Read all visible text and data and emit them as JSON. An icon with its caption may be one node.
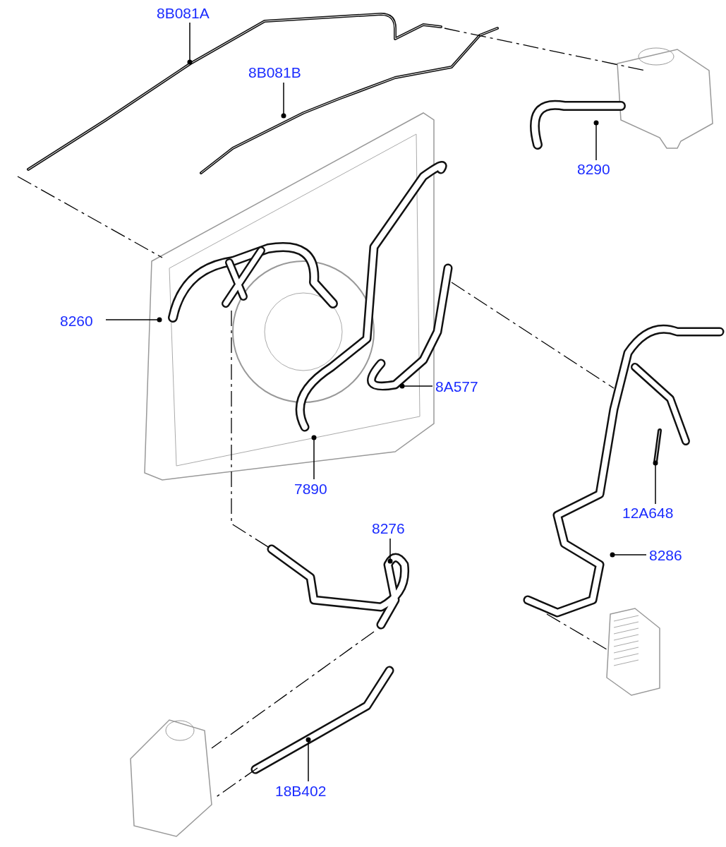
{
  "diagram": {
    "nodes": [
      {
        "text": [
          "8B081A"
        ]
      },
      {
        "text": [
          "8B081B"
        ]
      },
      {
        "text": [
          "8290"
        ]
      },
      {
        "text": [
          "8260"
        ]
      },
      {
        "text": [
          "8A577"
        ]
      },
      {
        "text": [
          "7890"
        ]
      },
      {
        "text": [
          "12A648"
        ]
      },
      {
        "text": [
          "8276"
        ]
      },
      {
        "text": [
          "8286"
        ]
      },
      {
        "text": [
          "18B402"
        ]
      }
    ],
    "edges": [
      {
        "from": 0,
        "to": null,
        "arrow": "other"
      },
      {
        "from": 1,
        "to": null,
        "arrow": "other"
      },
      {
        "from": 2,
        "to": null,
        "arrow": "other"
      },
      {
        "from": 3,
        "to": null,
        "arrow": "other"
      },
      {
        "from": 4,
        "to": null,
        "arrow": "other"
      },
      {
        "from": 5,
        "to": null,
        "arrow": "other"
      },
      {
        "from": 6,
        "to": null,
        "arrow": "other"
      },
      {
        "from": 7,
        "to": null,
        "arrow": "other"
      },
      {
        "from": 8,
        "to": null,
        "arrow": "other"
      },
      {
        "from": 9,
        "to": null,
        "arrow": "other"
      }
    ]
  }
}
